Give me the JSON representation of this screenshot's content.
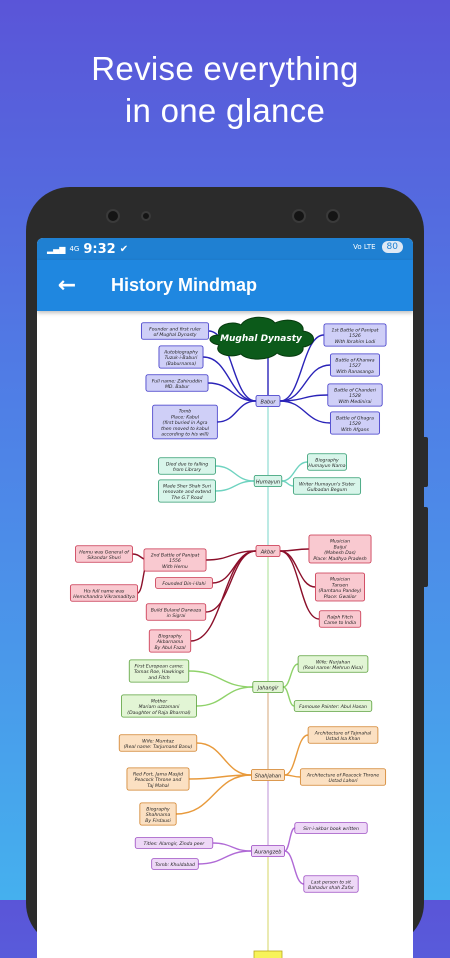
{
  "headline": {
    "line1": "Revise everything",
    "line2": "in one glance"
  },
  "status_bar": {
    "signal": "4G",
    "time": "9:32",
    "network": "Vo LTE",
    "battery": "80"
  },
  "app_bar": {
    "title": "History Mindmap",
    "back_icon": "arrow-left-icon"
  },
  "mindmap": {
    "root": "Mughal Dynasty",
    "nodes": {
      "babur": "Babur",
      "humayun": "Humayun",
      "akbar": "Akbar",
      "jahangir": "Jahangir",
      "shahjahan": "Shahjahan",
      "aurangzeb": "Aurangzeb"
    },
    "babur_left": [
      [
        "Founder and first ruler",
        "of Mughal Dynasty"
      ],
      [
        "Autobiography",
        "Tuzuk-i-Baburi",
        "(Baburnama)"
      ],
      [
        "Full name: Zahiruddin",
        "MD. Babur"
      ],
      [
        "Tomb",
        "Place: Kabul",
        "(first buried in Agra",
        "then moved to kabul",
        "according to his will)"
      ]
    ],
    "babur_right": [
      [
        "1st Battle of Panipat",
        "1526",
        "With Ibrahim Lodi"
      ],
      [
        "Battle of Khanwa",
        "1527",
        "With Ranasanga"
      ],
      [
        "Battle of Chanderi",
        "1528",
        "With Medinirai"
      ],
      [
        "Battle of Ghagra",
        "1529",
        "With Afgans"
      ]
    ],
    "humayun_left": [
      [
        "Died due to falling",
        "from Library"
      ],
      [
        "Made Sher Shah Suri",
        "renovate and extend",
        "The G.T Road"
      ]
    ],
    "humayun_right": [
      [
        "Biography",
        "Humayun Nama"
      ],
      [
        "Writer Humayun's Sister",
        "Gulbadan Begum"
      ]
    ],
    "akbar_left": [
      [
        "2nd Battle of Panipat",
        "1556",
        "With Hemu"
      ],
      [
        "Founded Din-i-Ilahi"
      ],
      [
        "Build Buland Darwaza",
        "in Sigrai"
      ],
      [
        "Biography",
        "Akbarnama",
        "By Abul Fazal"
      ]
    ],
    "hemu": [
      [
        "Hemu was General of",
        "Sikandar Shuri"
      ],
      [
        "His full name was",
        "Hemchandra Vikramaditya"
      ]
    ],
    "akbar_right": [
      [
        "Musician",
        "Baijul",
        "(Mahesh Das)",
        "Place: Madhya Pradesh"
      ],
      [
        "Musician",
        "Tansen",
        "(Ramtanu Pandey)",
        "Place: Gwalior"
      ],
      [
        "Ralph Fitch",
        "Came to India"
      ]
    ],
    "jahangir_left": [
      [
        "First European came:",
        "Tomas Roe, Hawkings",
        "and Fitch"
      ],
      [
        "Mother",
        "Mariam uzzamani",
        "(Daughter of Raja Bharmal)"
      ]
    ],
    "jahangir_right": [
      [
        "Wife: Nurjahan",
        "(Real name: Mehrun Nisa)"
      ],
      [
        "Famouse Painter: Abul Hasan"
      ]
    ],
    "shahjahan_left": [
      [
        "Wife: Mumtaz",
        "(Real name: Tarjumand Banu)"
      ],
      [
        "Red Fort, Jama Masjid",
        "Peacock Throne and",
        "Taj Mahal"
      ],
      [
        "Biography",
        "Shahnama",
        "By Firdausi"
      ]
    ],
    "shahjahan_right": [
      [
        "Architecture of Tajmahal",
        "Ustad Isa Khan"
      ],
      [
        "Architecture of Peacock Throne",
        "Ustad Lahori"
      ]
    ],
    "aurangzeb_left": [
      [
        "Titles: Alamgir, Zinda peer"
      ],
      [
        "Tomb: Khuldabad"
      ]
    ],
    "aurangzeb_right": [
      [
        "Sirr-i-akbar book written"
      ],
      [
        "Last person to sit",
        "Bahadur shah Zafar"
      ]
    ]
  }
}
